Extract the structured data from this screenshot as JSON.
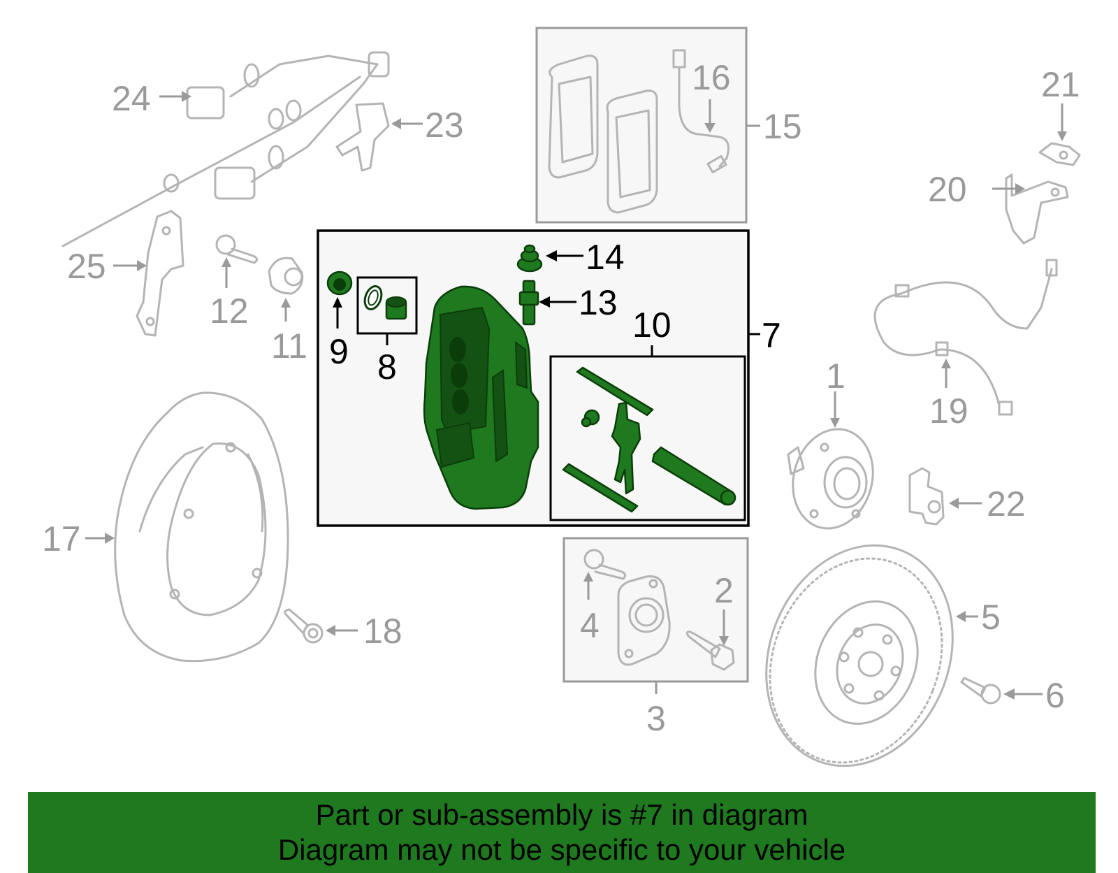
{
  "callouts": {
    "c1": "1",
    "c2": "2",
    "c3": "3",
    "c4": "4",
    "c5": "5",
    "c6": "6",
    "c7": "7",
    "c8": "8",
    "c9": "9",
    "c10": "10",
    "c11": "11",
    "c12": "12",
    "c13": "13",
    "c14": "14",
    "c15": "15",
    "c16": "16",
    "c17": "17",
    "c18": "18",
    "c19": "19",
    "c20": "20",
    "c21": "21",
    "c22": "22",
    "c23": "23",
    "c24": "24",
    "c25": "25"
  },
  "banner": {
    "line1": "Part or sub-assembly is #7 in diagram",
    "line2": "Diagram may not be specific to your vehicle"
  },
  "colors": {
    "highlight": "#1f7a1f",
    "banner": "#1f7a1f",
    "parts": "#b4b4b4",
    "labels": "#9a9a9a"
  }
}
